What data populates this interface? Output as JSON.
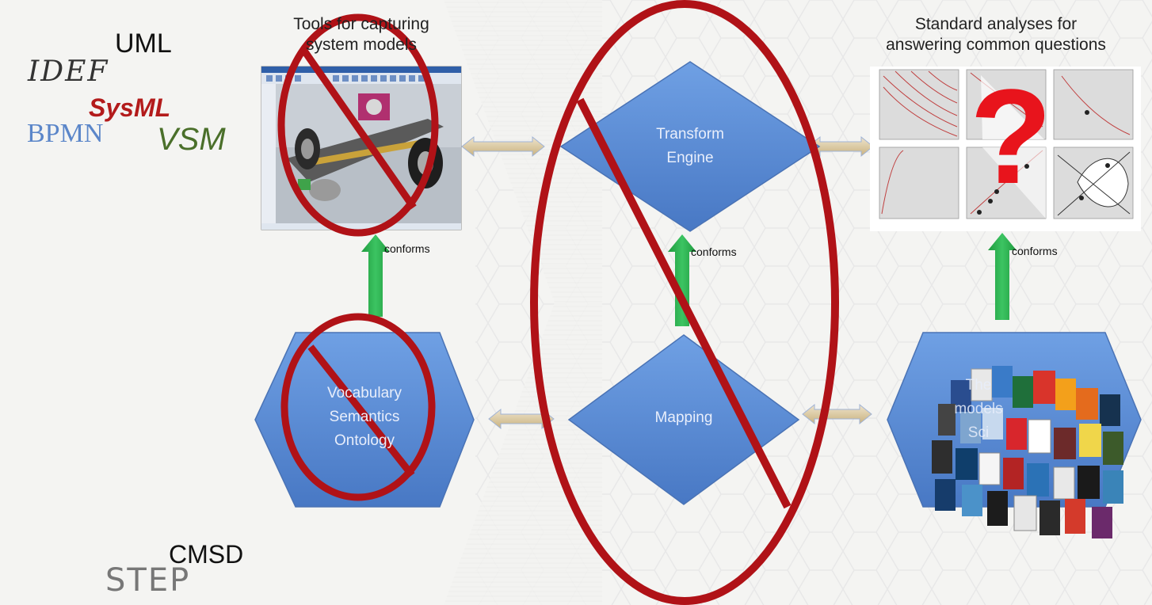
{
  "languages": {
    "uml": "UML",
    "idef": "IDEF",
    "sysml": "SysML",
    "bpmn": "BPMN",
    "vsm": "VSM",
    "cmsd": "CMSD",
    "step": "STEP"
  },
  "captions": {
    "tools_line1": "Tools for capturing",
    "tools_line2": "system models",
    "analyses_line1": "Standard analyses for",
    "analyses_line2": "answering common questions"
  },
  "shapes": {
    "transform_line1": "Transform",
    "transform_line2": "Engine",
    "mapping": "Mapping",
    "vocab_line1": "Vocabulary",
    "vocab_line2": "Semantics",
    "vocab_line3": "Ontology",
    "models_line1": "The",
    "models_line2": "models",
    "models_line3": "Sci"
  },
  "connectors": {
    "conforms_left": "conforms",
    "conforms_center": "conforms",
    "conforms_right": "conforms"
  },
  "question_mark": "?",
  "colors": {
    "shape_fill": "#5b8ed6",
    "prohibition_red": "#b01217",
    "arrow_green": "#27a84a",
    "arrow_tan": "#d9c7a0",
    "uml": "#111111",
    "idef": "#333333",
    "sysml": "#b31b1b",
    "bpmn": "#5b86c9",
    "vsm": "#4a6f2a",
    "cmsd": "#111111",
    "step": "#777777"
  }
}
